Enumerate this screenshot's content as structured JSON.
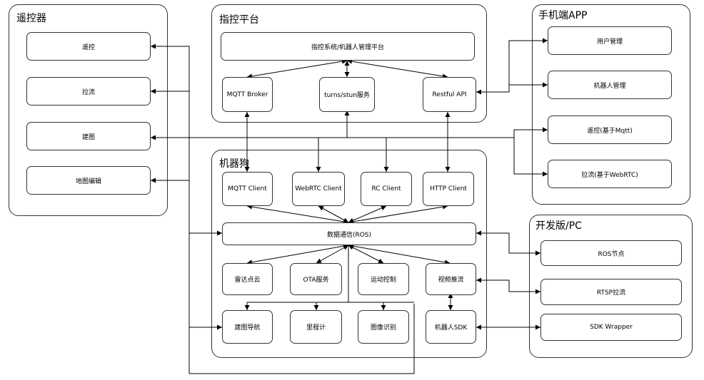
{
  "groups": {
    "remote": "遥控器",
    "platform": "指控平台",
    "app": "手机端APP",
    "robot": "机器狗",
    "pc": "开发版/PC"
  },
  "nodes": {
    "remote_control": "遥控",
    "remote_stream": "拉流",
    "remote_mapping": "建图",
    "remote_map_edit": "地图编辑",
    "platform_system": "指控系统/机器人管理平台",
    "mqtt_broker": "MQTT Broker",
    "turn_stun": "turns/stun服务",
    "restful_api": "Restful API",
    "app_user_mgmt": "用户管理",
    "app_robot_mgmt": "机器人管理",
    "app_remote_mqtt": "遥控(基于Mqtt)",
    "app_stream_webrtc": "拉流(基于WebRTC)",
    "mqtt_client": "MQTT Client",
    "webrtc_client": "WebRTC Client",
    "rc_client": "RC Client",
    "http_client": "HTTP Client",
    "data_comm": "数据通信(ROS)",
    "lidar": "雷达点云",
    "ota": "OTA服务",
    "motion": "运动控制",
    "video_push": "视频推流",
    "nav": "建图导航",
    "odometer": "里程计",
    "image_recog": "图像识别",
    "robot_sdk": "机器人SDK",
    "ros_node": "ROS节点",
    "rtsp_stream": "RTSP拉流",
    "sdk_wrapper": "SDK Wrapper"
  }
}
